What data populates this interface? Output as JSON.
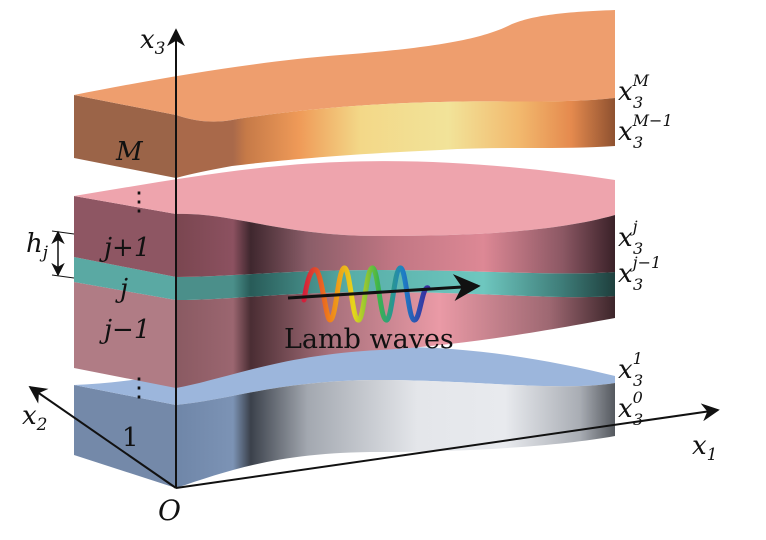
{
  "axes": {
    "origin": "O",
    "x1": {
      "base": "x",
      "sub": "1"
    },
    "x2": {
      "base": "x",
      "sub": "2"
    },
    "x3": {
      "base": "x",
      "sub": "3"
    }
  },
  "layer_labels": {
    "top": "M",
    "dots_upper": "⋮",
    "j_plus_1": "j+1",
    "j": "j",
    "j_minus_1": "j−1",
    "dots_lower": "⋮",
    "bottom": "1"
  },
  "thickness_label": {
    "base": "h",
    "sub": "j"
  },
  "interfaces": [
    {
      "base": "x",
      "sub": "3",
      "sup": "M"
    },
    {
      "base": "x",
      "sub": "3",
      "sup": "M−1"
    },
    {
      "base": "x",
      "sub": "3",
      "sup": "j"
    },
    {
      "base": "x",
      "sub": "3",
      "sup": "j−1"
    },
    {
      "base": "x",
      "sub": "3",
      "sup": "1"
    },
    {
      "base": "x",
      "sub": "3",
      "sup": "0"
    }
  ],
  "wave_label": "Lamb waves",
  "colors": {
    "top_layer": "#ee9e6e",
    "upper_stack": "#eea4ad",
    "middle_layer": "#5fbdb5",
    "lower_layer": "#d9949c",
    "bottom_layer": "#9ab7de"
  }
}
